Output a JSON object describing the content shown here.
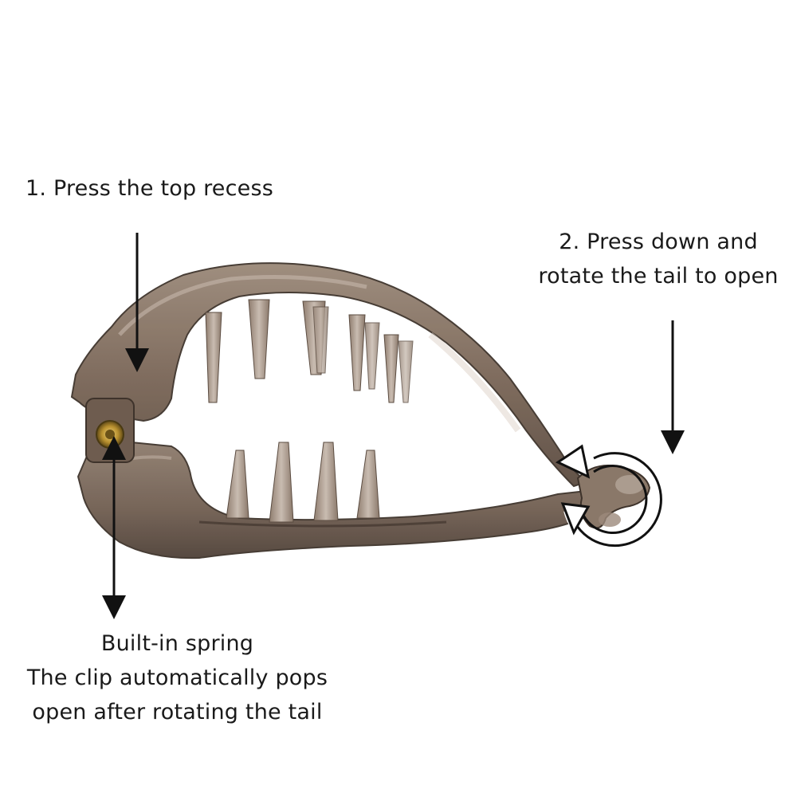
{
  "annotations": {
    "step1": {
      "text": "1. Press the top recess"
    },
    "step2": {
      "line1": "2. Press down and",
      "line2": "rotate the tail to open"
    },
    "spring": {
      "line1": "Built-in spring",
      "line2": "The clip automatically pops",
      "line3": "open after rotating the tail"
    }
  },
  "colors": {
    "clip_body": "#7d6a5c",
    "clip_dark": "#4a3d34",
    "clip_light": "#b9aba0",
    "spring_gold": "#b8902f",
    "arrow": "#111111"
  }
}
